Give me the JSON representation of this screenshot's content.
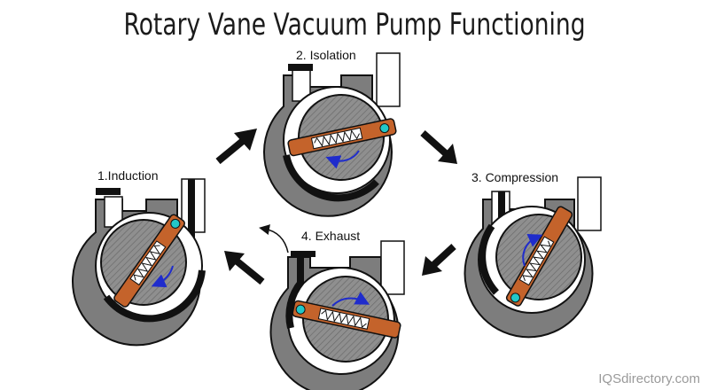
{
  "title": "Rotary Vane Vacuum Pump Functioning",
  "stages": [
    {
      "label": "1.Induction"
    },
    {
      "label": "2. Isolation"
    },
    {
      "label": "3. Compression"
    },
    {
      "label": "4. Exhaust"
    }
  ],
  "watermark": "IQSdirectory.com",
  "colors": {
    "housing": "#7d7d7d",
    "rotor": "#8f8f8f",
    "vane": "#c4632b",
    "valve": "#111111",
    "pivot": "#22c8c8",
    "arrow": "#1f2ccc"
  }
}
